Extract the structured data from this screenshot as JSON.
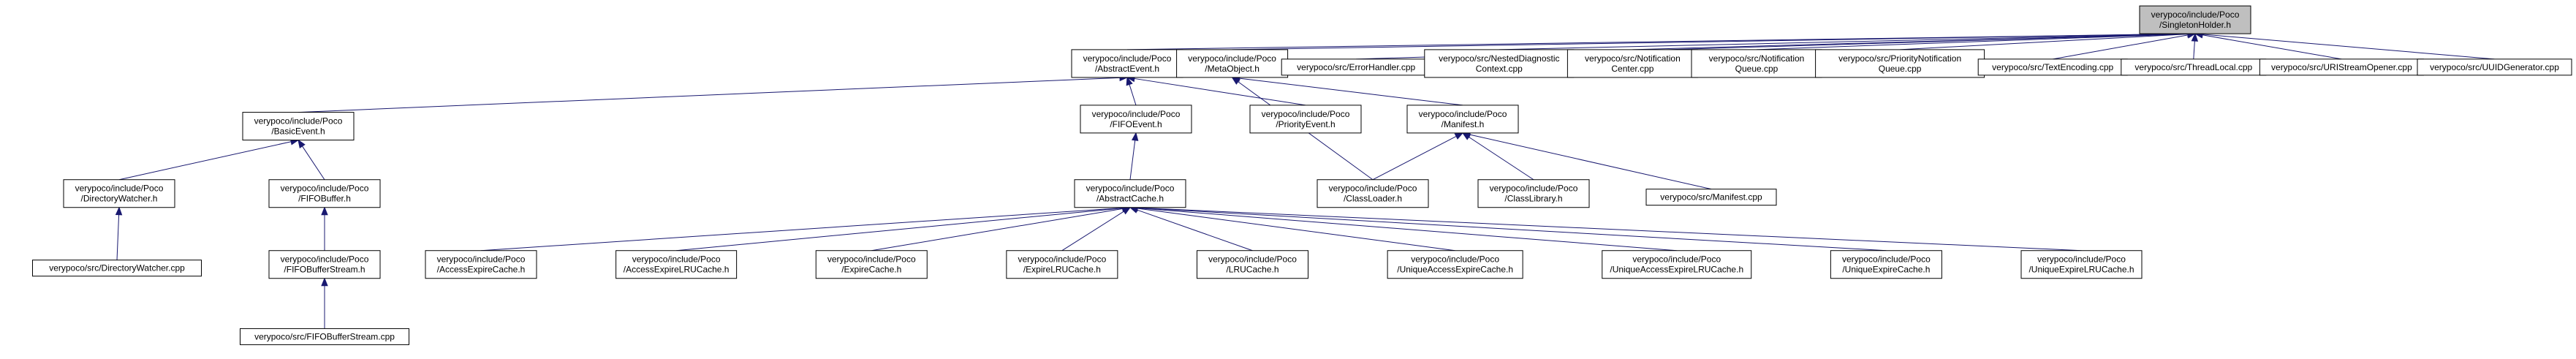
{
  "nodes": [
    {
      "id": "singleton",
      "lines": [
        "verypoco/include/Poco",
        "/SingletonHolder.h"
      ],
      "root": true
    },
    {
      "id": "abstractevent",
      "lines": [
        "verypoco/include/Poco",
        "/AbstractEvent.h"
      ]
    },
    {
      "id": "metaobject",
      "lines": [
        "verypoco/include/Poco",
        "/MetaObject.h"
      ]
    },
    {
      "id": "errorhandler",
      "lines": [
        "verypoco/src/ErrorHandler.cpp"
      ]
    },
    {
      "id": "nesteddiag",
      "lines": [
        "verypoco/src/NestedDiagnostic",
        "Context.cpp"
      ]
    },
    {
      "id": "notifcenter",
      "lines": [
        "verypoco/src/Notification",
        "Center.cpp"
      ]
    },
    {
      "id": "notifqueue",
      "lines": [
        "verypoco/src/Notification",
        "Queue.cpp"
      ]
    },
    {
      "id": "prionotifqueue",
      "lines": [
        "verypoco/src/PriorityNotification",
        "Queue.cpp"
      ]
    },
    {
      "id": "textencoding",
      "lines": [
        "verypoco/src/TextEncoding.cpp"
      ]
    },
    {
      "id": "threadlocal",
      "lines": [
        "verypoco/src/ThreadLocal.cpp"
      ]
    },
    {
      "id": "uristream",
      "lines": [
        "verypoco/src/URIStreamOpener.cpp"
      ]
    },
    {
      "id": "uuidgen",
      "lines": [
        "verypoco/src/UUIDGenerator.cpp"
      ]
    },
    {
      "id": "basicevent",
      "lines": [
        "verypoco/include/Poco",
        "/BasicEvent.h"
      ]
    },
    {
      "id": "fifoevent",
      "lines": [
        "verypoco/include/Poco",
        "/FIFOEvent.h"
      ]
    },
    {
      "id": "priorityevent",
      "lines": [
        "verypoco/include/Poco",
        "/PriorityEvent.h"
      ]
    },
    {
      "id": "manifest",
      "lines": [
        "verypoco/include/Poco",
        "/Manifest.h"
      ]
    },
    {
      "id": "dirwatcher",
      "lines": [
        "verypoco/include/Poco",
        "/DirectoryWatcher.h"
      ]
    },
    {
      "id": "fifobuffer",
      "lines": [
        "verypoco/include/Poco",
        "/FIFOBuffer.h"
      ]
    },
    {
      "id": "abstractcache",
      "lines": [
        "verypoco/include/Poco",
        "/AbstractCache.h"
      ]
    },
    {
      "id": "classloader",
      "lines": [
        "verypoco/include/Poco",
        "/ClassLoader.h"
      ]
    },
    {
      "id": "classlibrary",
      "lines": [
        "verypoco/include/Poco",
        "/ClassLibrary.h"
      ]
    },
    {
      "id": "manifestcpp",
      "lines": [
        "verypoco/src/Manifest.cpp"
      ]
    },
    {
      "id": "dirwatchercpp",
      "lines": [
        "verypoco/src/DirectoryWatcher.cpp"
      ]
    },
    {
      "id": "fifobufstream",
      "lines": [
        "verypoco/include/Poco",
        "/FIFOBufferStream.h"
      ]
    },
    {
      "id": "accessexpire",
      "lines": [
        "verypoco/include/Poco",
        "/AccessExpireCache.h"
      ]
    },
    {
      "id": "accessexpirelru",
      "lines": [
        "verypoco/include/Poco",
        "/AccessExpireLRUCache.h"
      ]
    },
    {
      "id": "expirecache",
      "lines": [
        "verypoco/include/Poco",
        "/ExpireCache.h"
      ]
    },
    {
      "id": "expirelru",
      "lines": [
        "verypoco/include/Poco",
        "/ExpireLRUCache.h"
      ]
    },
    {
      "id": "lrucache",
      "lines": [
        "verypoco/include/Poco",
        "/LRUCache.h"
      ]
    },
    {
      "id": "uniqueaccessexpire",
      "lines": [
        "verypoco/include/Poco",
        "/UniqueAccessExpireCache.h"
      ]
    },
    {
      "id": "uniqueaccessexpirelru",
      "lines": [
        "verypoco/include/Poco",
        "/UniqueAccessExpireLRUCache.h"
      ]
    },
    {
      "id": "uniqueexpire",
      "lines": [
        "verypoco/include/Poco",
        "/UniqueExpireCache.h"
      ]
    },
    {
      "id": "uniqueexpirelru",
      "lines": [
        "verypoco/include/Poco",
        "/UniqueExpireLRUCache.h"
      ]
    },
    {
      "id": "fifobufstreamcpp",
      "lines": [
        "verypoco/src/FIFOBufferStream.cpp"
      ]
    }
  ],
  "edges": [
    [
      "abstractevent",
      "singleton"
    ],
    [
      "metaobject",
      "singleton"
    ],
    [
      "errorhandler",
      "singleton"
    ],
    [
      "nesteddiag",
      "singleton"
    ],
    [
      "notifcenter",
      "singleton"
    ],
    [
      "notifqueue",
      "singleton"
    ],
    [
      "prionotifqueue",
      "singleton"
    ],
    [
      "textencoding",
      "singleton"
    ],
    [
      "threadlocal",
      "singleton"
    ],
    [
      "uristream",
      "singleton"
    ],
    [
      "uuidgen",
      "singleton"
    ],
    [
      "basicevent",
      "abstractevent"
    ],
    [
      "fifoevent",
      "abstractevent"
    ],
    [
      "priorityevent",
      "abstractevent"
    ],
    [
      "classloader",
      "metaobject"
    ],
    [
      "manifest",
      "metaobject"
    ],
    [
      "dirwatcher",
      "basicevent"
    ],
    [
      "fifobuffer",
      "basicevent"
    ],
    [
      "abstractcache",
      "fifoevent"
    ],
    [
      "classloader",
      "manifest"
    ],
    [
      "classlibrary",
      "manifest"
    ],
    [
      "manifestcpp",
      "manifest"
    ],
    [
      "dirwatchercpp",
      "dirwatcher"
    ],
    [
      "fifobufstream",
      "fifobuffer"
    ],
    [
      "fifobufstreamcpp",
      "fifobufstream"
    ],
    [
      "accessexpire",
      "abstractcache"
    ],
    [
      "accessexpirelru",
      "abstractcache"
    ],
    [
      "expirecache",
      "abstractcache"
    ],
    [
      "expirelru",
      "abstractcache"
    ],
    [
      "lrucache",
      "abstractcache"
    ],
    [
      "uniqueaccessexpire",
      "abstractcache"
    ],
    [
      "uniqueaccessexpirelru",
      "abstractcache"
    ],
    [
      "uniqueexpire",
      "abstractcache"
    ],
    [
      "uniqueexpirelru",
      "abstractcache"
    ]
  ]
}
